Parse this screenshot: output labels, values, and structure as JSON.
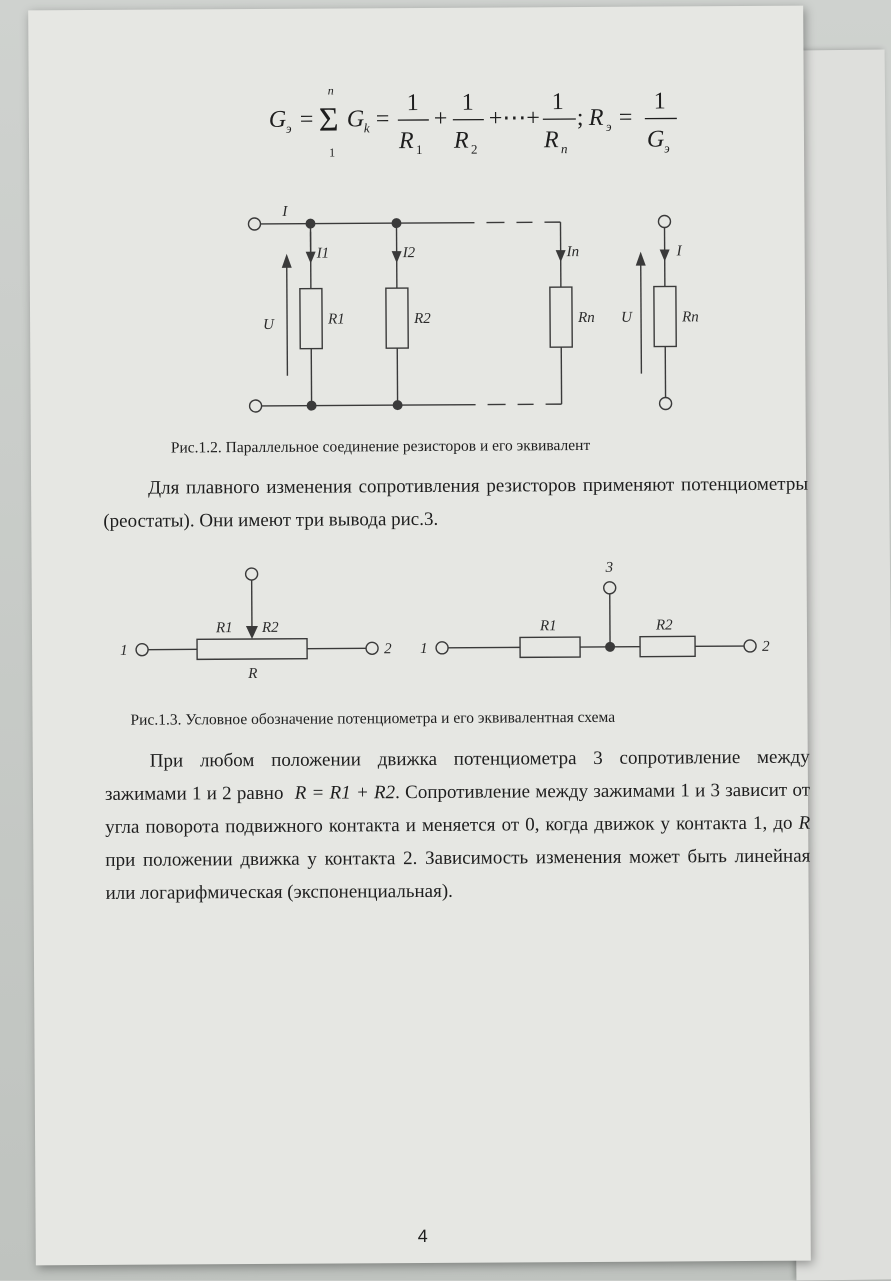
{
  "formula": {
    "g_sym": "G",
    "eq_sub": "э",
    "eq": "=",
    "sigma": "Σ",
    "sum_top": "n",
    "sum_bottom": "1",
    "gk": "G",
    "k_sub": "k",
    "one": "1",
    "r_sym": "R",
    "sub1": "1",
    "sub2": "2",
    "subn": "n",
    "plus": "+",
    "dots": "+⋯+",
    "semicolon": ";"
  },
  "fig1": {
    "I": "I",
    "I1": "I1",
    "I2": "I2",
    "In": "In",
    "U": "U",
    "R1": "R1",
    "R2": "R2",
    "Rn": "Rn",
    "U_eq": "U",
    "I_eq": "I",
    "Rn_eq": "Rn",
    "caption": "Рис.1.2. Параллельное соединение резисторов и его эквивалент"
  },
  "para1": "Для плавного изменения сопротивления резисторов применяют потенциометры (реостаты). Они имеют три вывода рис.3.",
  "fig2": {
    "t1": "1",
    "t2": "2",
    "t3": "3",
    "R1": "R1",
    "R2": "R2",
    "R": "R",
    "caption": "Рис.1.3. Условное обозначение потенциометра и его эквивалентная схема"
  },
  "para2": {
    "a": "При любом положении движка потенциометра 3 сопротивление между зажимами 1 и 2 равно",
    "formula": "R = R1 + R2",
    "b": ". Сопротивление между зажимами 1 и 3 зависит от угла поворота подвижного контакта и меняется от 0, когда движок у контакта 1, до",
    "r": "R",
    "c": "при положении движка у контакта 2. Зависимость изменения может быть линейная или логарифмическая (экспоненциальная)."
  },
  "page_number": "4"
}
